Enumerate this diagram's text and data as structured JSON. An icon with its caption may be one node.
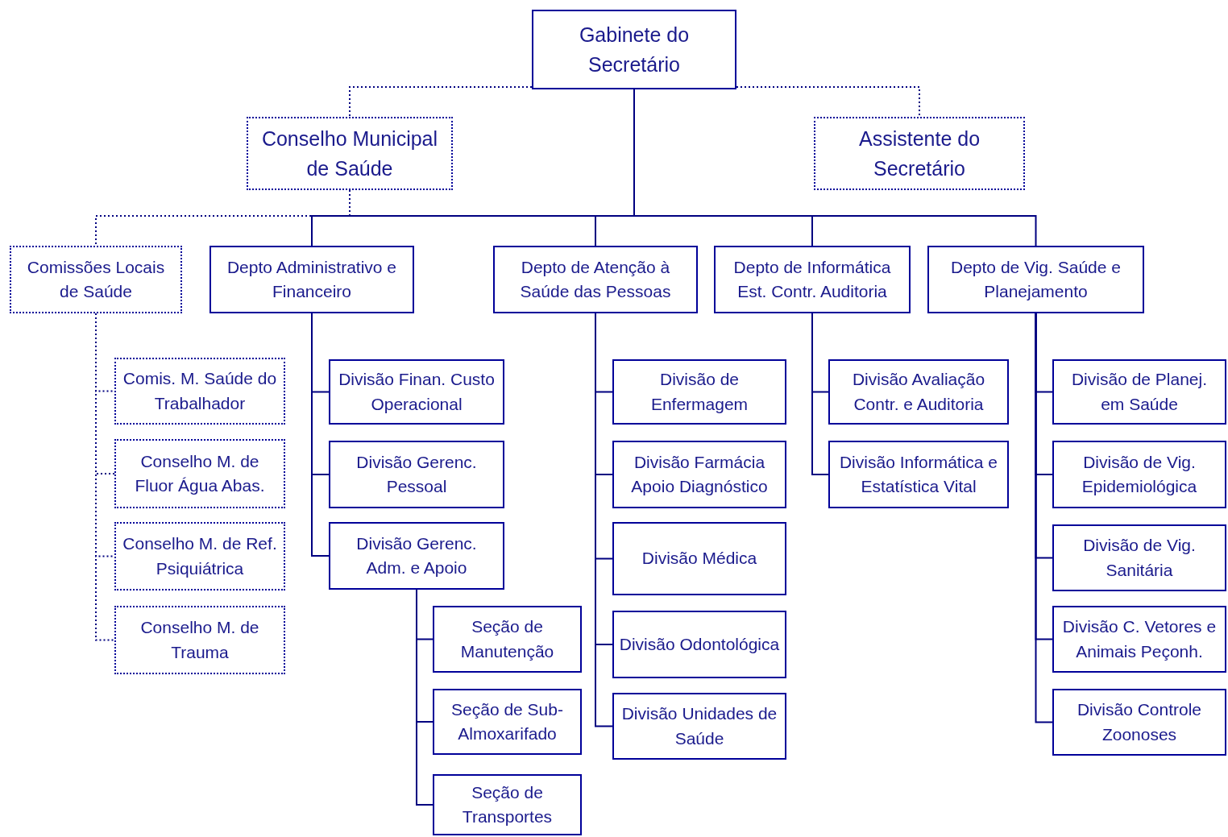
{
  "diagram": {
    "nodes": [
      {
        "text": [
          "Gabinete do Secretário"
        ]
      },
      {
        "text": [
          "Conselho Municipal de Saúde"
        ]
      },
      {
        "text": [
          "Assistente do Secretário"
        ]
      },
      {
        "text": [
          "Comissões Locais de Saúde"
        ]
      },
      {
        "text": [
          "Depto Administrativo e Financeiro"
        ]
      },
      {
        "text": [
          "Depto de Atenção à Saúde das Pessoas"
        ]
      },
      {
        "text": [
          "Depto de Informática Est. Contr. Auditoria"
        ]
      },
      {
        "text": [
          "Depto de Vig. Saúde e Planejamento"
        ]
      },
      {
        "text": [
          "Comis. M. Saúde do Trabalhador"
        ]
      },
      {
        "text": [
          "Conselho M. de Fluor Água Abas."
        ]
      },
      {
        "text": [
          "Conselho M. de Ref. Psiquiátrica"
        ]
      },
      {
        "text": [
          "Conselho M. de Trauma"
        ]
      },
      {
        "text": [
          "Divisão Finan. Custo Operacional"
        ]
      },
      {
        "text": [
          "Divisão Gerenc. Pessoal"
        ]
      },
      {
        "text": [
          "Divisão Gerenc. Adm. e Apoio"
        ]
      },
      {
        "text": [
          "Seção de Manutenção"
        ]
      },
      {
        "text": [
          "Seção de Sub-Almoxarifado"
        ]
      },
      {
        "text": [
          "Seção de Transportes"
        ]
      },
      {
        "text": [
          "Divisão de Enfermagem"
        ]
      },
      {
        "text": [
          "Divisão Farmácia Apoio Diagnóstico"
        ]
      },
      {
        "text": [
          "Divisão Médica"
        ]
      },
      {
        "text": [
          "Divisão Odontológica"
        ]
      },
      {
        "text": [
          "Divisão Unidades de Saúde"
        ]
      },
      {
        "text": [
          "Divisão Avaliação Contr. e Auditoria"
        ]
      },
      {
        "text": [
          "Divisão Informática e Estatística Vital"
        ]
      },
      {
        "text": [
          "Divisão de Planej. em Saúde"
        ]
      },
      {
        "text": [
          "Divisão de Vig. Epidemiológica"
        ]
      },
      {
        "text": [
          "Divisão de Vig. Sanitária"
        ]
      },
      {
        "text": [
          "Divisão C. Vetores e Animais Peçonh."
        ]
      },
      {
        "text": [
          "Divisão Controle Zoonoses"
        ]
      }
    ],
    "edges": [
      {
        "from": 0,
        "to": 1,
        "arrow": "none",
        "style": "dashed"
      },
      {
        "from": 0,
        "to": 2,
        "arrow": "none",
        "style": "dashed"
      },
      {
        "from": 1,
        "to": 3,
        "arrow": "none",
        "style": "dashed"
      },
      {
        "from": 0,
        "to": 4,
        "arrow": "none"
      },
      {
        "from": 0,
        "to": 5,
        "arrow": "none"
      },
      {
        "from": 0,
        "to": 6,
        "arrow": "none"
      },
      {
        "from": 0,
        "to": 7,
        "arrow": "none"
      },
      {
        "from": 3,
        "to": 8,
        "arrow": "none",
        "style": "dashed"
      },
      {
        "from": 3,
        "to": 9,
        "arrow": "none",
        "style": "dashed"
      },
      {
        "from": 3,
        "to": 10,
        "arrow": "none",
        "style": "dashed"
      },
      {
        "from": 3,
        "to": 11,
        "arrow": "none",
        "style": "dashed"
      },
      {
        "from": 4,
        "to": 12,
        "arrow": "none"
      },
      {
        "from": 4,
        "to": 13,
        "arrow": "none"
      },
      {
        "from": 4,
        "to": 14,
        "arrow": "none"
      },
      {
        "from": 14,
        "to": 15,
        "arrow": "none"
      },
      {
        "from": 14,
        "to": 16,
        "arrow": "none"
      },
      {
        "from": 14,
        "to": 17,
        "arrow": "none"
      },
      {
        "from": 5,
        "to": 18,
        "arrow": "none"
      },
      {
        "from": 5,
        "to": 19,
        "arrow": "none"
      },
      {
        "from": 5,
        "to": 20,
        "arrow": "none"
      },
      {
        "from": 5,
        "to": 21,
        "arrow": "none"
      },
      {
        "from": 5,
        "to": 22,
        "arrow": "none"
      },
      {
        "from": 6,
        "to": 23,
        "arrow": "none"
      },
      {
        "from": 6,
        "to": 24,
        "arrow": "none"
      },
      {
        "from": 7,
        "to": 25,
        "arrow": "none"
      },
      {
        "from": 7,
        "to": 26,
        "arrow": "none"
      },
      {
        "from": 7,
        "to": 27,
        "arrow": "none"
      },
      {
        "from": 7,
        "to": 28,
        "arrow": "none"
      },
      {
        "from": 7,
        "to": 29,
        "arrow": "none"
      }
    ]
  }
}
